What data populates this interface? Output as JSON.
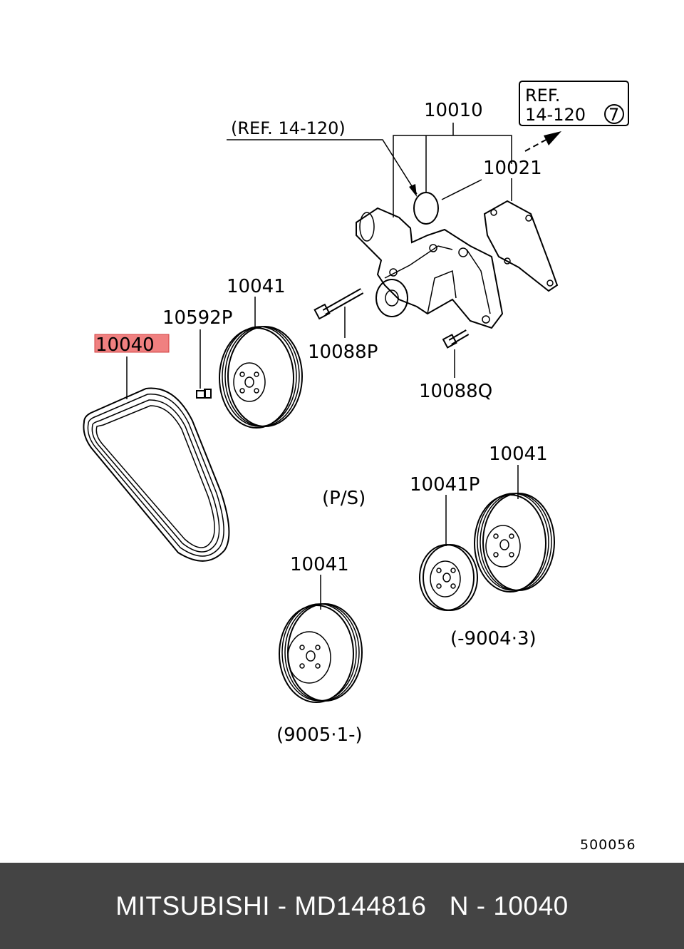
{
  "diagram": {
    "labels": {
      "belt": "10040",
      "bolt_small": "10592P",
      "pulley_top": "10041",
      "bolt_long": "10088P",
      "bolt_short": "10088Q",
      "pump": "10010",
      "gasket": "10021",
      "ref_left": "(REF. 14-120)",
      "ref_box_line1": "REF.",
      "ref_box_line2": "14-120",
      "ref_box_circle": "7",
      "ps": "(P/S)",
      "pulley_right": "10041",
      "pulley_right_small": "10041P",
      "date_right": "(-9004·3)",
      "pulley_bottom": "10041",
      "date_bottom": "(9005·1-)",
      "figure_number": "500056"
    },
    "highlight_color": "#f08080"
  },
  "footer": {
    "text": "MITSUBISHI - MD144816   N - 10040"
  }
}
